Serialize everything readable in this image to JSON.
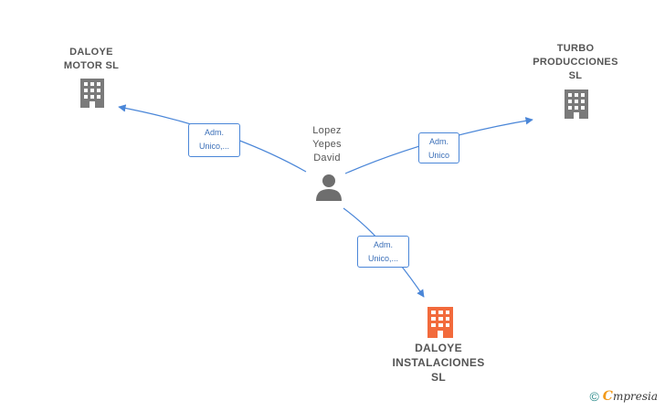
{
  "nodes": {
    "daloye_motor": {
      "line1": "DALOYE",
      "line2": "MOTOR  SL"
    },
    "turbo": {
      "line1": "TURBO",
      "line2": "PRODUCCIONES",
      "line3": "SL"
    },
    "person": {
      "line1": "Lopez",
      "line2": "Yepes",
      "line3": "David"
    },
    "daloye_inst": {
      "line1": "DALOYE",
      "line2": "INSTALACIONES",
      "line3": "SL"
    }
  },
  "relations": {
    "to_motor": {
      "line1": "Adm.",
      "line2": "Unico,..."
    },
    "to_turbo": {
      "line1": "Adm.",
      "line2": "Unico"
    },
    "to_inst": {
      "line1": "Adm.",
      "line2": "Unico,..."
    }
  },
  "colors": {
    "edge": "#4a86d8",
    "building": "#7a7a7a",
    "building_main": "#f26a3c",
    "person": "#6e6e6e"
  },
  "icons": {
    "company": "building-icon",
    "person": "person-icon"
  },
  "footer": {
    "copyright": "©",
    "brand_initial": "C",
    "brand_rest": "mpresia"
  }
}
